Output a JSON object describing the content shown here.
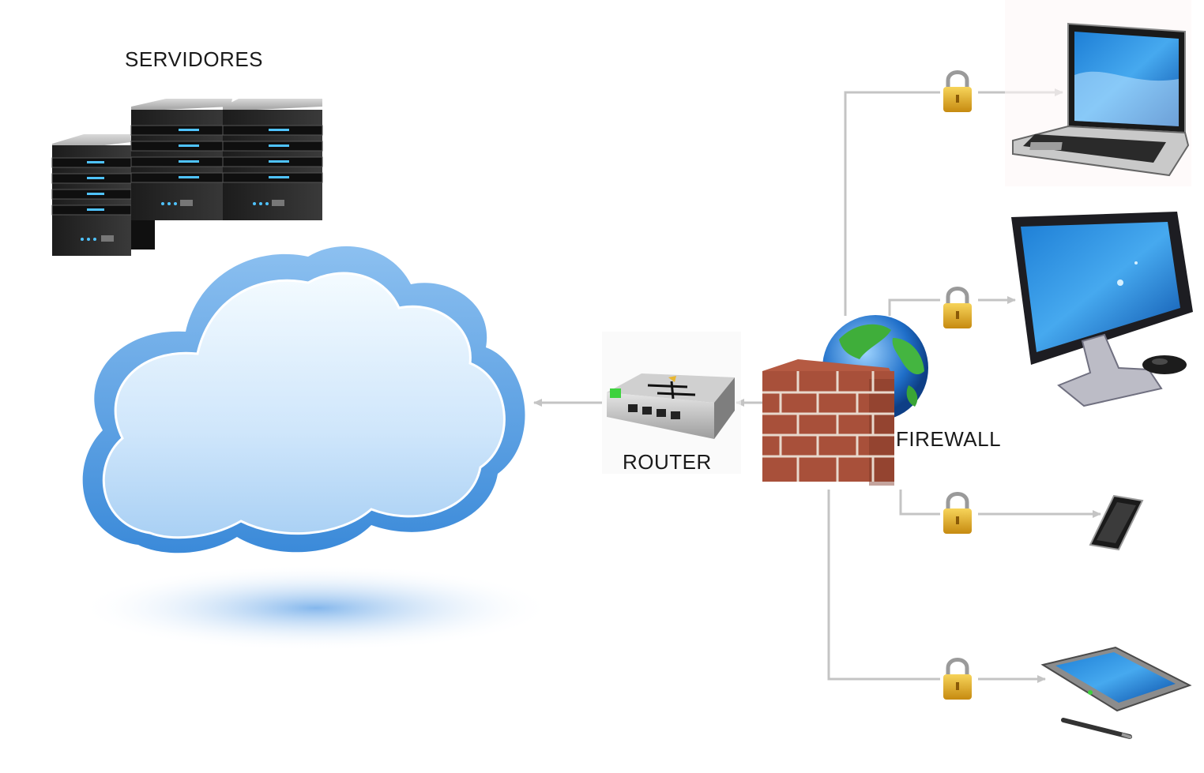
{
  "labels": {
    "servers": "SERVIDORES",
    "router": "ROUTER",
    "firewall": "FIREWALL"
  },
  "icons": {
    "servers": "server-rack-icon",
    "cloud": "cloud-icon",
    "router": "router-icon",
    "firewall": "brick-wall-icon",
    "globe": "globe-icon",
    "lock": "padlock-icon",
    "laptop": "laptop-icon",
    "monitor": "desktop-monitor-icon",
    "phone": "smartphone-icon",
    "tablet": "tablet-icon"
  },
  "colors": {
    "connector": "#bdbdbd",
    "cloud": "#7fb6ea",
    "brick": "#a8503a",
    "lock": "#e0b020"
  }
}
